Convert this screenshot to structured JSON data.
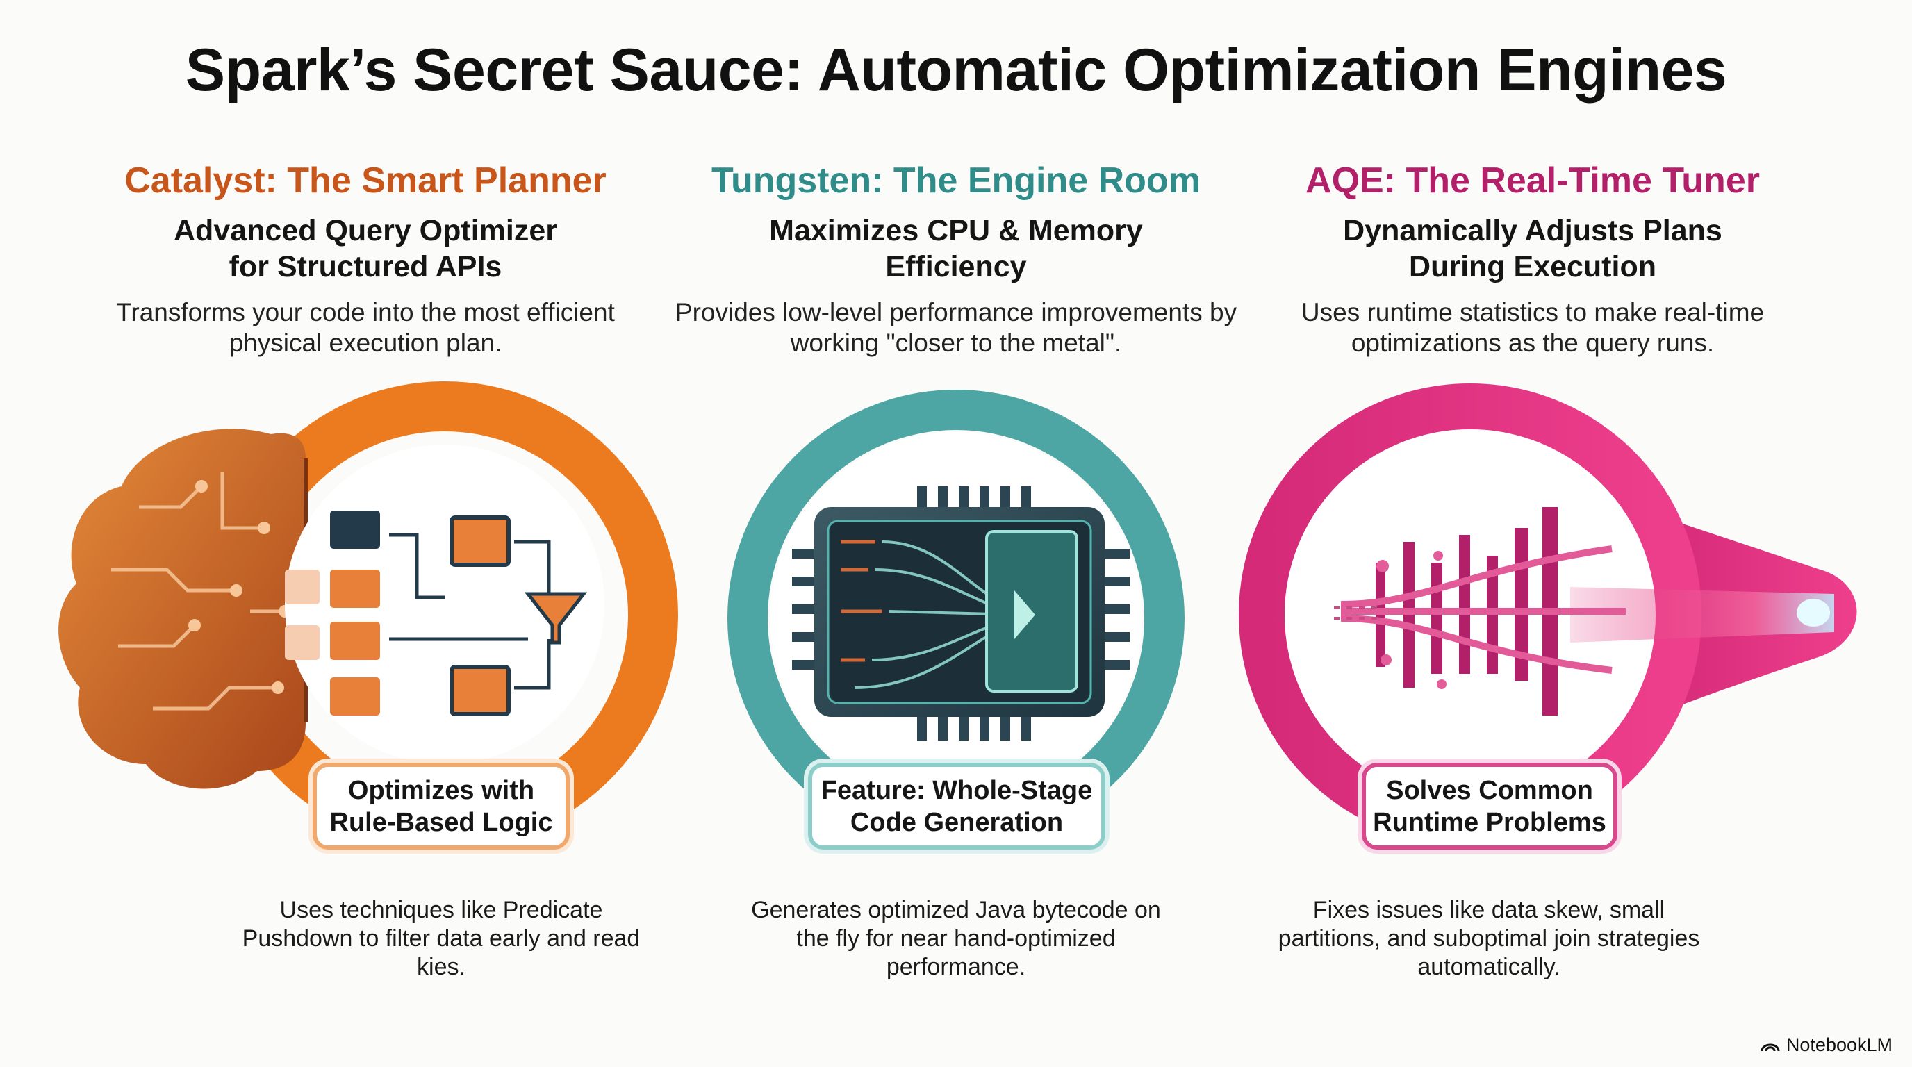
{
  "title": "Spark’s Secret Sauce: Automatic Optimization Engines",
  "colors": {
    "catalyst": "#e0681a",
    "tungsten": "#3e9a98",
    "aqe": "#b3206a"
  },
  "columns": [
    {
      "title": "Catalyst: The Smart Planner",
      "subtitle": "Advanced Query Optimizer for Structured APIs",
      "description": "Transforms your code into the most efficient physical execution plan.",
      "badge": "Optimizes with Rule-Based Logic",
      "note": "Uses techniques like Predicate Pushdown to filter data early and read kies.",
      "icon": "brain-data-flow-icon"
    },
    {
      "title": "Tungsten: The Engine Room",
      "subtitle": "Maximizes CPU & Memory Efficiency",
      "description": "Provides low-level performance improvements by working \"closer to the metal\".",
      "badge": "Feature: Whole-Stage Code Generation",
      "note": "Generates optimized Java bytecode on the fly for near hand-optimized performance.",
      "icon": "cpu-chip-icon"
    },
    {
      "title": "AQE: The Real-Time Tuner",
      "subtitle": "Dynamically Adjusts Plans During Execution",
      "description": "Uses runtime statistics to make real-time optimizations as the query runs.",
      "badge": "Solves Common Runtime Problems",
      "note": "Fixes issues like data skew, small partitions, and suboptimal join strategies automatically.",
      "icon": "runtime-bars-icon"
    }
  ],
  "brand": "NotebookLM"
}
